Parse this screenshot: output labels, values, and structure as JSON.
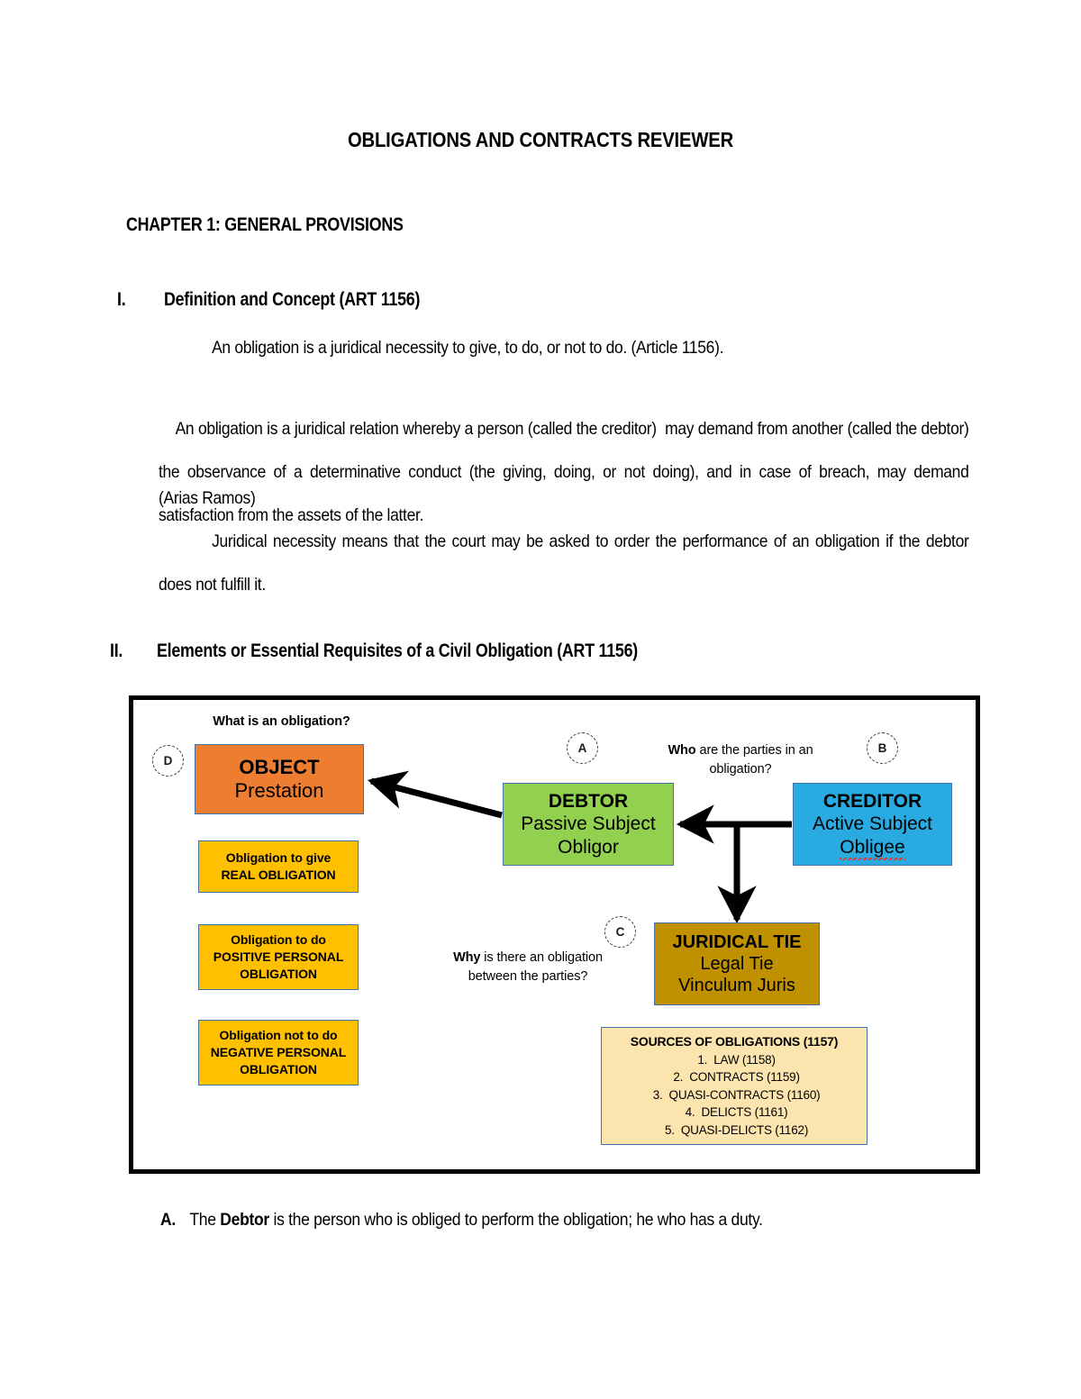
{
  "document": {
    "title": "OBLIGATIONS AND CONTRACTS REVIEWER",
    "chapter": "CHAPTER 1: GENERAL PROVISIONS",
    "sections": [
      {
        "numeral": "I.",
        "heading": "Definition and Concept (ART 1156)"
      },
      {
        "numeral": "II.",
        "heading": "Elements or Essential Requisites of a Civil Obligation (ART 1156)"
      }
    ],
    "paragraphs": {
      "p1": "An obligation is a juridical necessity to give, to do, or not to do. (Article 1156).",
      "p2_part1": "An obligation is a juridical relation whereby a person (called the creditor)  may demand from another (called the debtor) the observance of a determinative conduct (the giving, doing, or not doing), and in case of breach, may demand satisfaction from the assets of the latter.",
      "p2_part2": "(Arias Ramos)",
      "p3": "Juridical necessity means that the court may be asked to order the performance of an obligation if the debtor does not fulfill it."
    },
    "bottom_item": {
      "letter": "A.",
      "prefix": "The ",
      "bold": "Debtor",
      "suffix": " is the person who is obliged to perform the obligation; he who has a duty."
    }
  },
  "diagram": {
    "questions": {
      "what": "What is an obligation?",
      "who_bold": "Who",
      "who_rest": " are the parties in an obligation?",
      "why_bold": "Why",
      "why_rest": " is there an obligation between the parties?"
    },
    "markers": {
      "a": "A",
      "b": "B",
      "c": "C",
      "d": "D"
    },
    "boxes": {
      "object": {
        "line1": "OBJECT",
        "line2": "Prestation",
        "color": "#ED7D31"
      },
      "debtor": {
        "line1": "DEBTOR",
        "line2": "Passive Subject",
        "line3": "Obligor",
        "color": "#92D050"
      },
      "creditor": {
        "line1": "CREDITOR",
        "line2": "Active Subject",
        "line3": "Obligee",
        "color": "#29ABE2"
      },
      "juridical_tie": {
        "line1": "JURIDICAL TIE",
        "line2": "Legal Tie",
        "line3": "Vinculum Juris",
        "color": "#BF9000"
      },
      "obligation_to_give": {
        "line1": "Obligation to give",
        "line2": "REAL OBLIGATION",
        "color": "#FFC000"
      },
      "obligation_to_do": {
        "line1": "Obligation to do",
        "line2": "POSITIVE PERSONAL",
        "line3": "OBLIGATION",
        "color": "#FFC000"
      },
      "obligation_not_to_do": {
        "line1": "Obligation not to do",
        "line2": "NEGATIVE PERSONAL",
        "line3": "OBLIGATION",
        "color": "#FFC000"
      }
    },
    "sources": {
      "title": "SOURCES OF OBLIGATIONS (1157)",
      "items": [
        {
          "idx": "1.",
          "label": "LAW (1158)"
        },
        {
          "idx": "2.",
          "label": "CONTRACTS (1159)"
        },
        {
          "idx": "3.",
          "label": "QUASI-CONTRACTS (1160)"
        },
        {
          "idx": "4.",
          "label": "DELICTS (1161)"
        },
        {
          "idx": "5.",
          "label": "QUASI-DELICTS (1162)"
        }
      ],
      "background": "#FCE4AE"
    },
    "border_color": "#4472A8",
    "frame_color": "#000000"
  }
}
